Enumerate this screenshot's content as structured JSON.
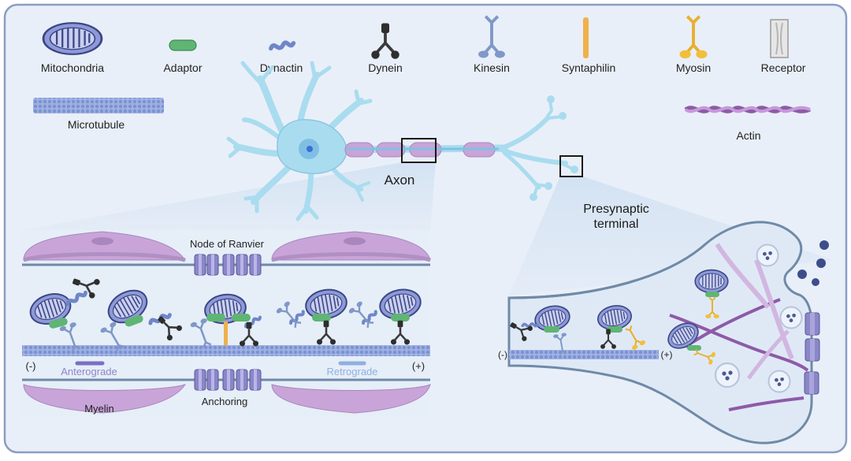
{
  "legend": {
    "mitochondria": "Mitochondria",
    "adaptor": "Adaptor",
    "dynactin": "Dynactin",
    "dynein": "Dynein",
    "kinesin": "Kinesin",
    "syntaphilin": "Syntaphilin",
    "myosin": "Myosin",
    "receptor": "Receptor",
    "microtubule": "Microtubule",
    "actin": "Actin"
  },
  "labels": {
    "axon": "Axon",
    "presynaptic_line1": "Presynaptic",
    "presynaptic_line2": "terminal",
    "node_of_ranvier": "Node of Ranvier",
    "minus": "(-)",
    "plus": "(+)",
    "anterograde": "Anterograde",
    "retrograde": "Retrograde",
    "myelin": "Myelin",
    "anchoring": "Anchoring"
  },
  "colors": {
    "frame_bg": "#e9eff8",
    "frame_border": "#8b9dc3",
    "mito_fill": "#8e9ad8",
    "mito_stroke": "#3c4684",
    "adaptor": "#5fb574",
    "dynactin": "#6f86c8",
    "dynein": "#3a3a3a",
    "kinesin": "#7f98c8",
    "syntaphilin": "#f0b04c",
    "myosin": "#f2bf3a",
    "receptor": "#d2d2d2",
    "microtubule": "#8aa0d8",
    "actin": "#a97dc2",
    "neuron": "#a9dcef",
    "myelin": "#c9a4d8"
  }
}
